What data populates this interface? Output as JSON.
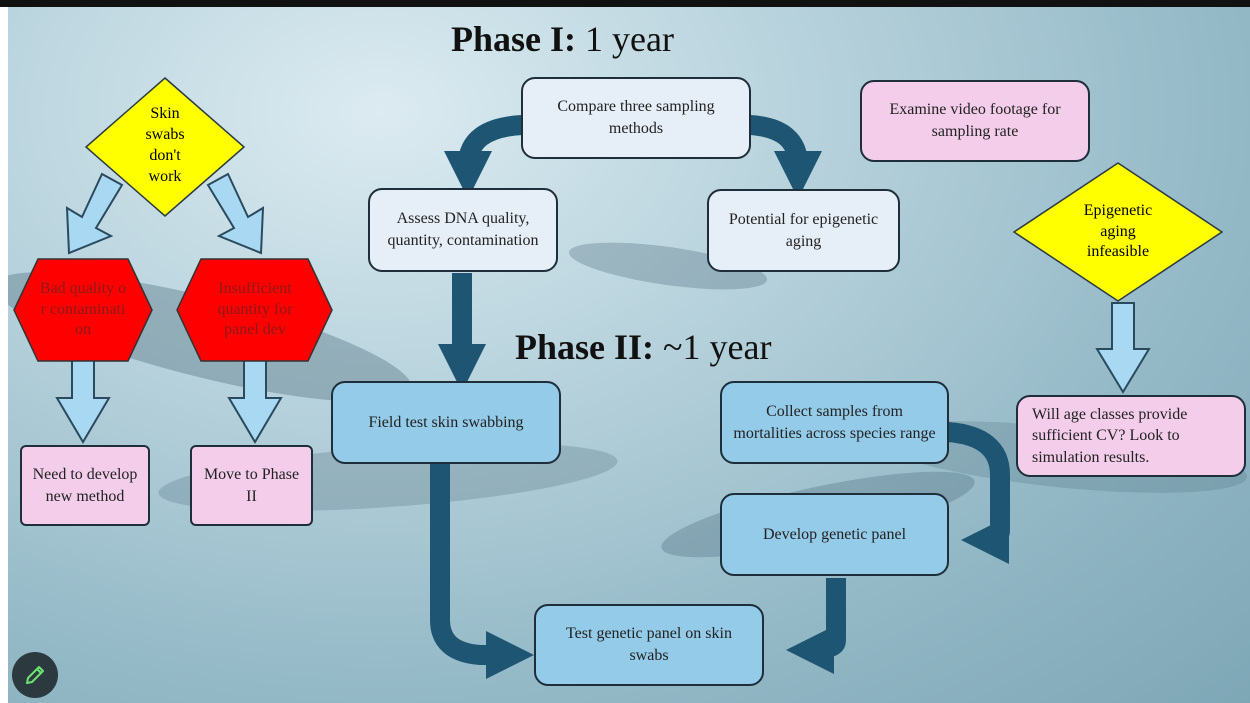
{
  "phase1": {
    "title_bold": "Phase I:",
    "title_rest": " 1 year"
  },
  "phase2": {
    "title_bold": "Phase II:",
    "title_rest": " ~1 year"
  },
  "nodes": {
    "compare": "Compare three sampling methods",
    "assess": "Assess DNA quality, quantity, contamination",
    "potential": "Potential for epigenetic aging",
    "examine": "Examine video footage for sampling rate",
    "field_test": "Field test skin swabbing",
    "collect": "Collect samples from mortalities across species range",
    "develop": "Develop genetic panel",
    "test_panel": "Test genetic panel on skin swabs",
    "will_age": "Will age classes provide sufficient CV? Look to simulation results.",
    "need_develop": "Need to develop new method",
    "move_phase2": "Move to Phase II"
  },
  "decisions": {
    "skin_swabs": "Skin swabs don't work",
    "epigenetic": "Epigenetic aging infeasible"
  },
  "hexagons": {
    "bad_quality": "Bad quality or contamination",
    "insufficient": "Insufficient quantity for panel dev"
  },
  "colors": {
    "dark_arrow": "#1e5572",
    "light_arrow": "#a9d8f3",
    "diamond": "#ffff00",
    "hexagon": "#ff0000"
  },
  "tool_icon": "pencil-icon"
}
